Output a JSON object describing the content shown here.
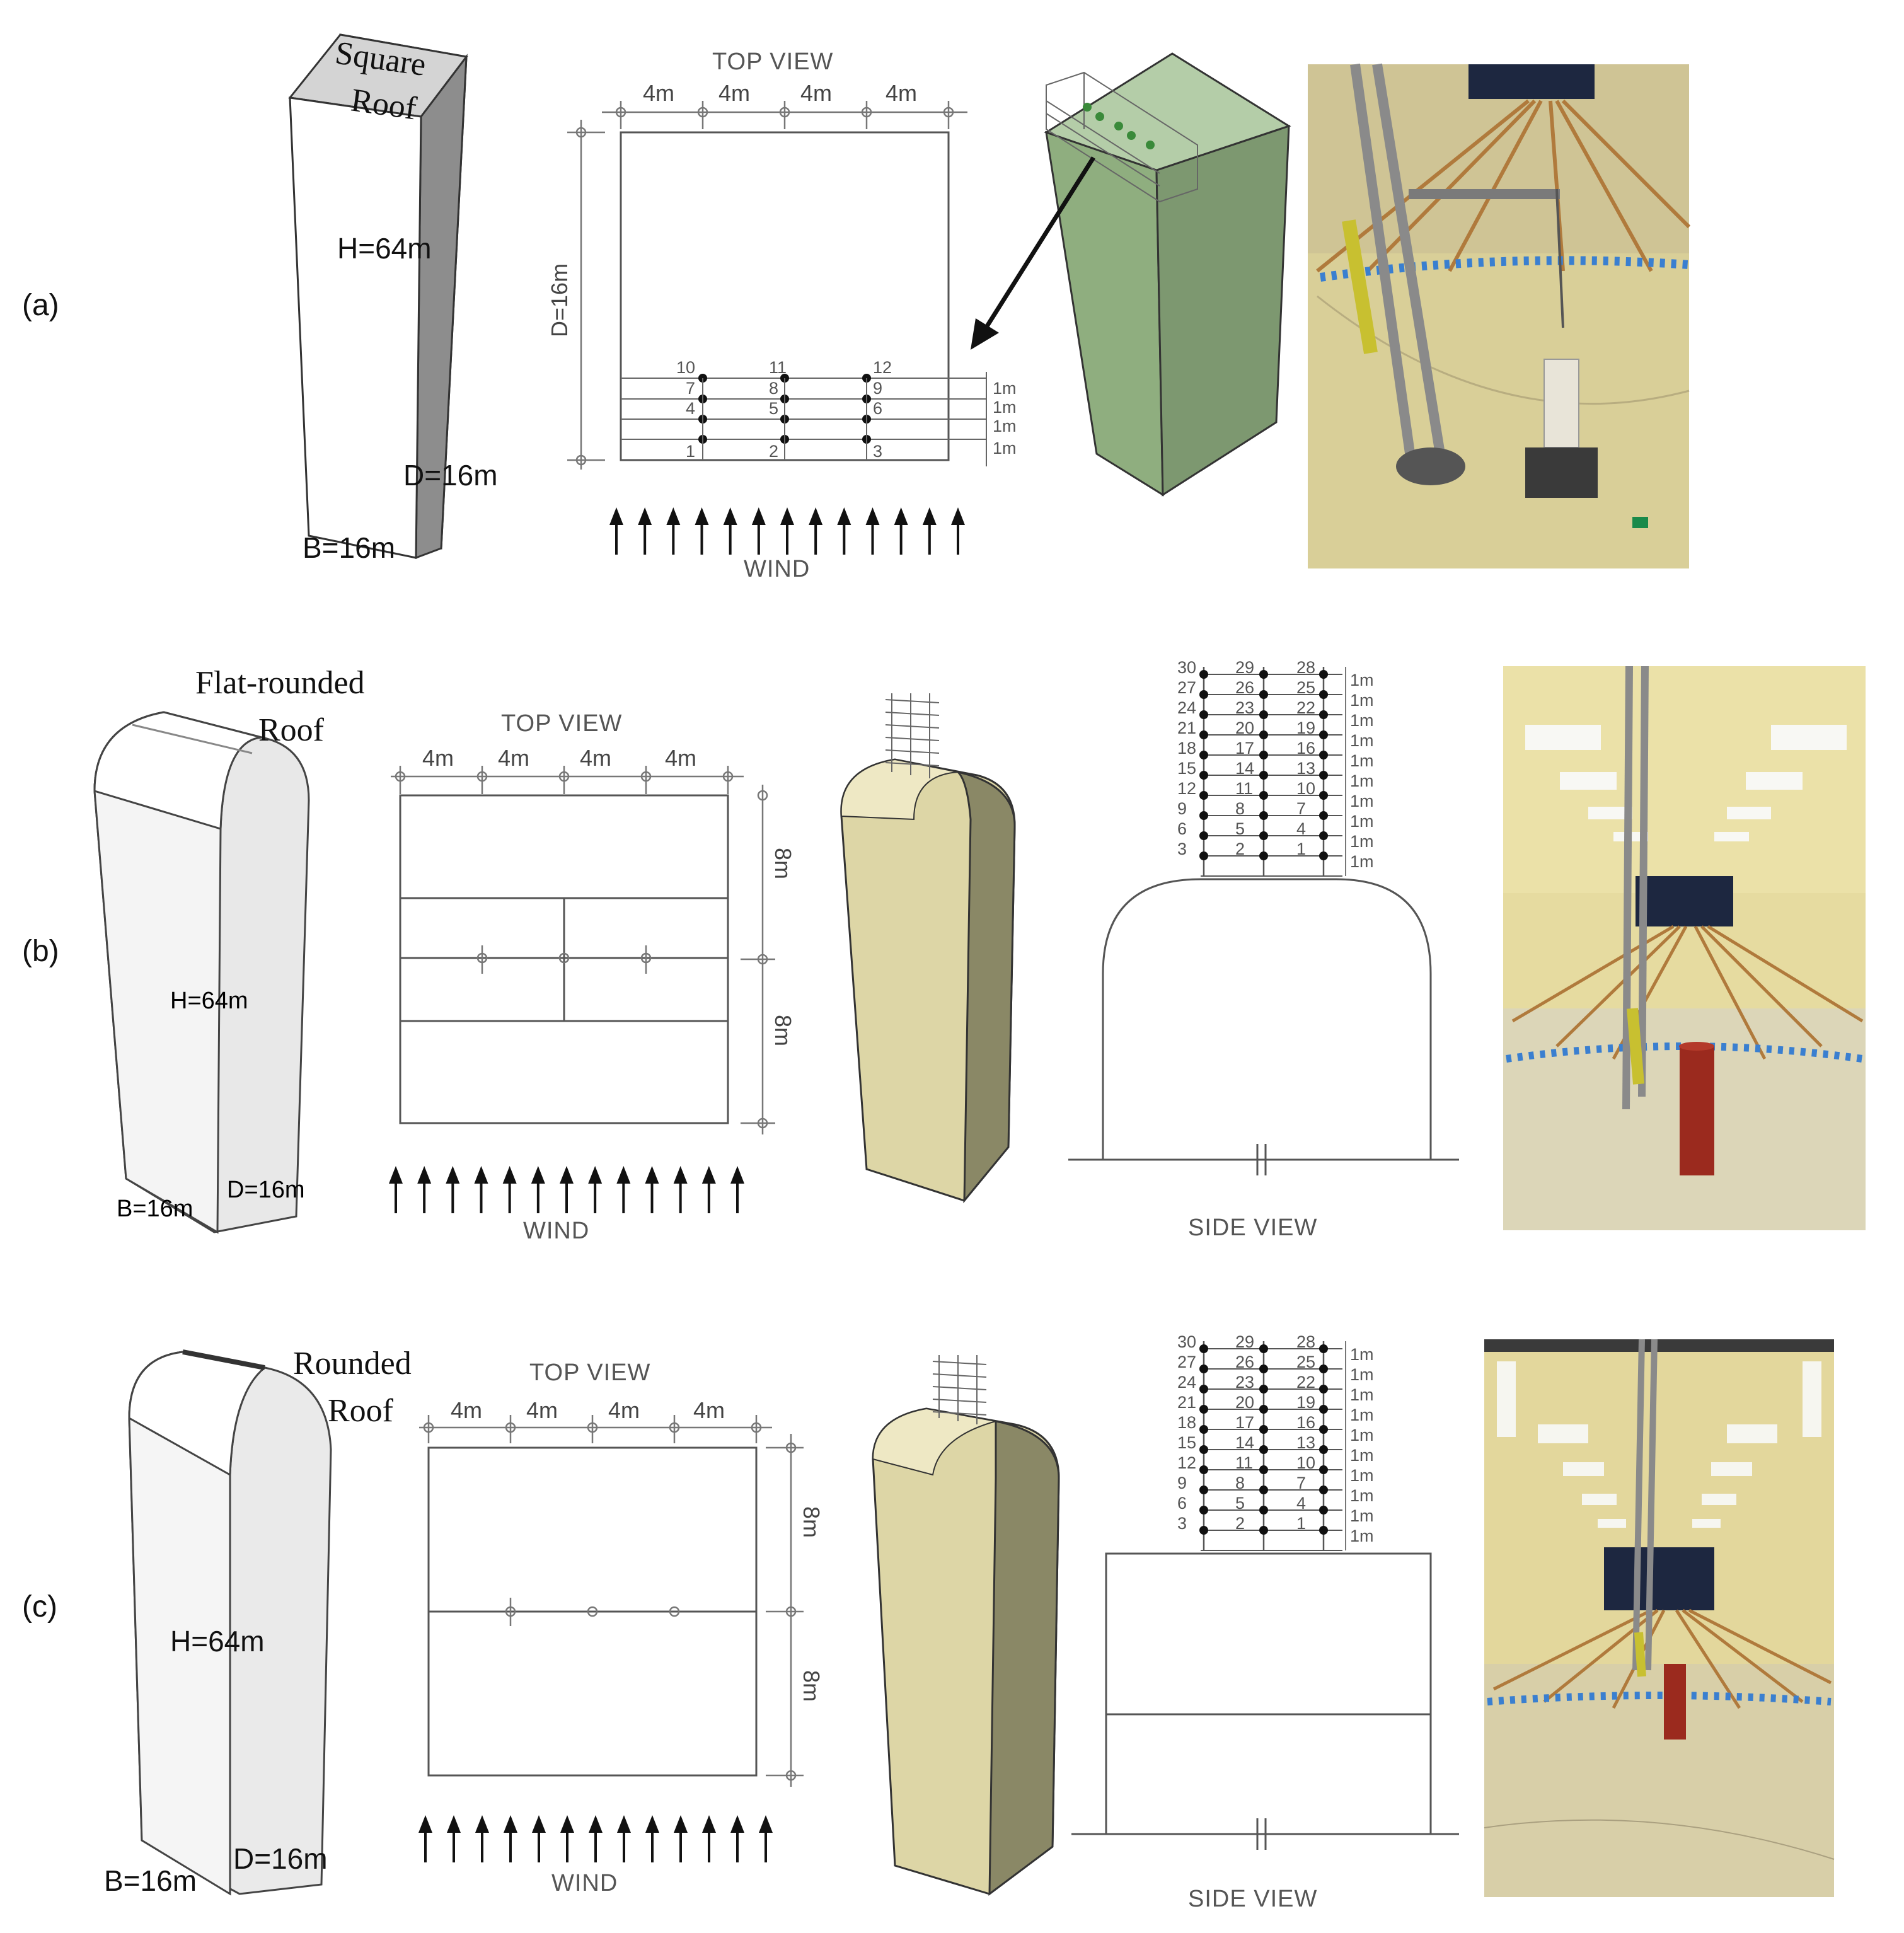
{
  "panels": {
    "a": {
      "label": "(a)",
      "roof_title_1": "Square",
      "roof_title_2": "Roof",
      "height_label": "H=64m",
      "depth_label": "D=16m",
      "breadth_label": "B=16m",
      "top_view_title": "TOP VIEW",
      "spans": [
        "4m",
        "4m",
        "4m",
        "4m"
      ],
      "depth_dim": "D=16m",
      "row_spacing": [
        "1m",
        "1m",
        "1m",
        "1m"
      ],
      "taps": [
        "10",
        "11",
        "12",
        "7",
        "8",
        "9",
        "4",
        "5",
        "6",
        "1",
        "2",
        "3"
      ],
      "wind_label": "WIND"
    },
    "b": {
      "label": "(b)",
      "roof_title_1": "Flat-rounded",
      "roof_title_2": "Roof",
      "height_label": "H=64m",
      "depth_label": "D=16m",
      "breadth_label": "B=16m",
      "top_view_title": "TOP VIEW",
      "spans": [
        "4m",
        "4m",
        "4m",
        "4m"
      ],
      "half_depths": [
        "8m",
        "8m"
      ],
      "wind_label": "WIND",
      "side_view_title": "SIDE VIEW",
      "row_spacing": [
        "1m",
        "1m",
        "1m",
        "1m",
        "1m",
        "1m",
        "1m",
        "1m",
        "1m",
        "1m"
      ],
      "tap_columns": {
        "left": [
          "30",
          "27",
          "24",
          "21",
          "18",
          "15",
          "12",
          "9",
          "6",
          "3"
        ],
        "middle": [
          "29",
          "26",
          "23",
          "20",
          "17",
          "14",
          "11",
          "8",
          "5",
          "2"
        ],
        "right": [
          "28",
          "25",
          "22",
          "19",
          "16",
          "13",
          "10",
          "7",
          "4",
          "1"
        ]
      }
    },
    "c": {
      "label": "(c)",
      "roof_title_1": "Rounded",
      "roof_title_2": "Roof",
      "height_label": "H=64m",
      "depth_label": "D=16m",
      "breadth_label": "B=16m",
      "top_view_title": "TOP VIEW",
      "spans": [
        "4m",
        "4m",
        "4m",
        "4m"
      ],
      "half_depths": [
        "8m",
        "8m"
      ],
      "wind_label": "WIND",
      "side_view_title": "SIDE VIEW",
      "row_spacing": [
        "1m",
        "1m",
        "1m",
        "1m",
        "1m",
        "1m",
        "1m",
        "1m",
        "1m",
        "1m"
      ],
      "tap_columns": {
        "left": [
          "30",
          "27",
          "24",
          "21",
          "18",
          "15",
          "12",
          "9",
          "6",
          "3"
        ],
        "middle": [
          "29",
          "26",
          "23",
          "20",
          "17",
          "14",
          "11",
          "8",
          "5",
          "2"
        ],
        "right": [
          "28",
          "25",
          "22",
          "19",
          "16",
          "13",
          "10",
          "7",
          "4",
          "1"
        ]
      }
    }
  },
  "colors": {
    "square_model": "#8fae7f",
    "square_model_side": "#7d9870",
    "rounded_model": "#ddd6a6",
    "rounded_model_side": "#8a8866",
    "tunnel_floor": "#d8cfa0",
    "tunnel_wall": "#e6dba0",
    "red_model": "#9b2a1e"
  }
}
